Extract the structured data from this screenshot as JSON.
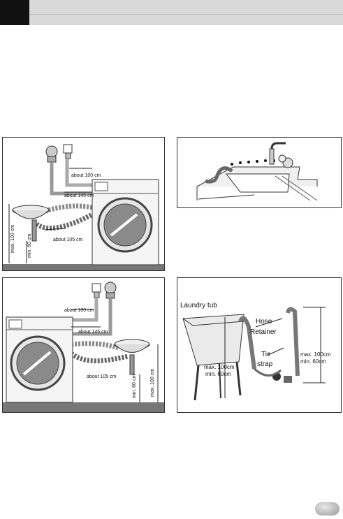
{
  "figures": {
    "fig1": {
      "labels": {
        "about100": "about 100 cm",
        "about145": "about 145 cm",
        "about105": "about 105 cm",
        "max100": "max. 100 cm",
        "min60": "min. 60 cm"
      }
    },
    "fig3": {
      "labels": {
        "about100": "about 100 cm",
        "about145": "about 145 cm",
        "about105": "about 105 cm",
        "max100": "max. 100 cm",
        "min60": "min. 60 cm"
      }
    },
    "fig4": {
      "labels": {
        "laundry_tub": "Laundry tub",
        "hose": "Hose",
        "retainer": "Retainer",
        "tie": "Tie",
        "strap": "strap",
        "max_left": "max. 100cm",
        "min_left": "min. 60cm",
        "max_right": "max. 100cm",
        "min_right": "min. 60cm"
      }
    }
  },
  "colors": {
    "header_bar": "#d9d9d9",
    "header_tab": "#111111"
  }
}
